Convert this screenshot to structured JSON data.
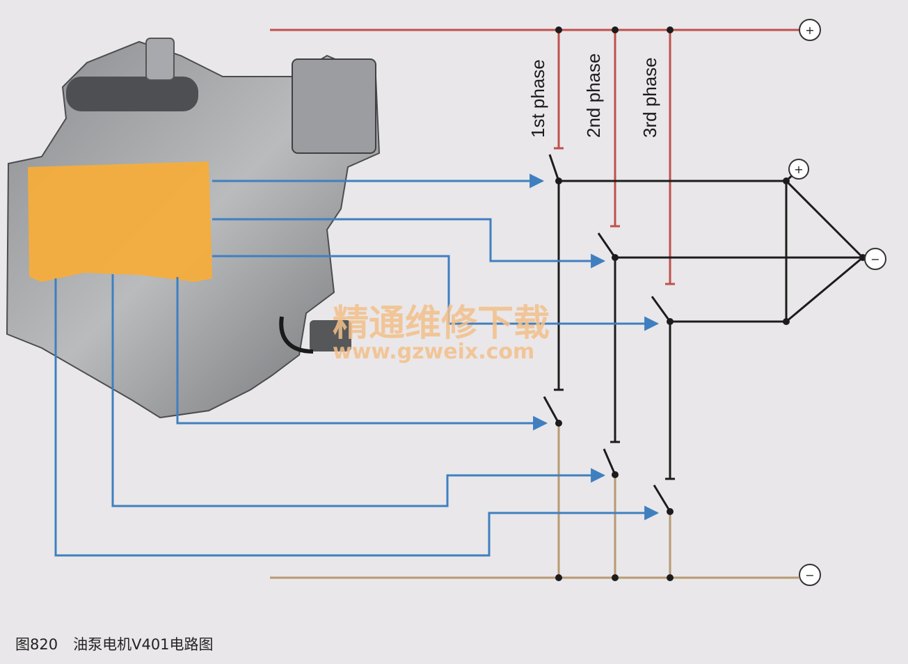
{
  "diagram": {
    "phase_labels": [
      "1st phase",
      "2nd phase",
      "3rd phase"
    ],
    "terminals": {
      "positive_supply": "+",
      "positive_motor": "+",
      "motor_star_point": "−",
      "negative_supply": "−"
    },
    "colors": {
      "positive_rail": "#c0504d",
      "negative_rail": "#b89a72",
      "signal_line": "#3f7fc0",
      "motor_wire": "#1c1c1c",
      "control_unit_overlay": "#f5ad3c",
      "watermark": "#f3c08a"
    }
  },
  "watermark": {
    "chinese": "精通维修下载",
    "url": "www.gzweix.com"
  },
  "caption": {
    "figure_number": "图820",
    "title": "油泵电机V401电路图"
  }
}
